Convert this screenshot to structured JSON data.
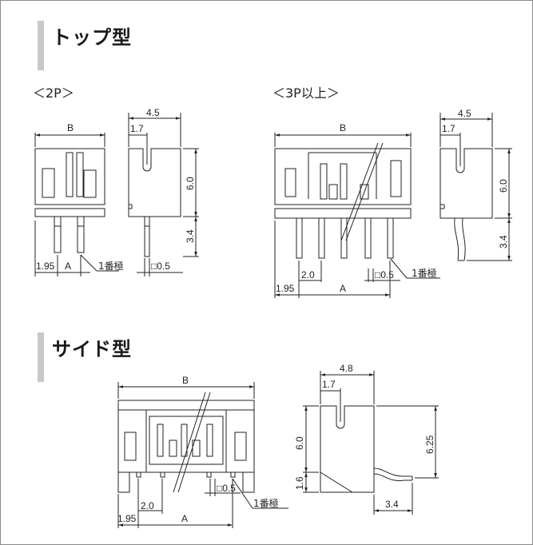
{
  "sections": {
    "top": {
      "title": "トップ型"
    },
    "side": {
      "title": "サイド型"
    }
  },
  "variants": {
    "two_pin": "＜2P＞",
    "three_pin": "＜3P以上＞"
  },
  "dims": {
    "B": "B",
    "A": "A",
    "w_4_5": "4.5",
    "w_4_8": "4.8",
    "d_1_7": "1.7",
    "h_6_0": "6.0",
    "h_3_4": "3.4",
    "h_1_6": "1.6",
    "h_6_25": "6.25",
    "p_1_95": "1.95",
    "p_2_0": "2.0",
    "pin_0_5": "□0.5",
    "pin1": "1番極"
  }
}
